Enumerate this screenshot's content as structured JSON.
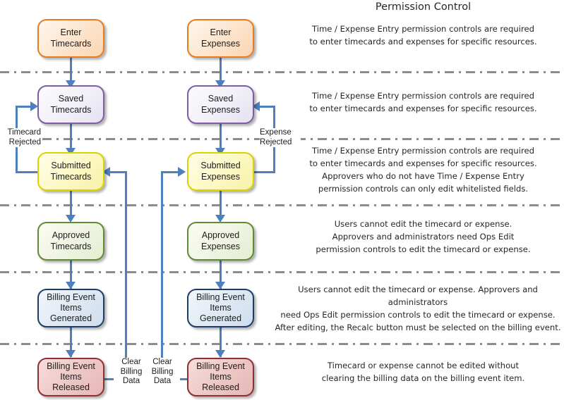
{
  "header": {
    "title": "Permission Control"
  },
  "lanes": [
    {
      "id": "lane-entry",
      "note": "Time / Expense Entry permission controls are required\nto enter timecards and expenses for specific resources."
    },
    {
      "id": "lane-saved",
      "note": "Time / Expense Entry permission controls are required\nto enter timecards and expenses for specific resources."
    },
    {
      "id": "lane-submitted",
      "note": "Time / Expense Entry permission controls are required\nto enter timecards and expenses for specific resources.\nApprovers who do not have Time / Expense Entry\npermission controls can only edit whitelisted fields."
    },
    {
      "id": "lane-approved",
      "note": "Users cannot edit the timecard or expense.\nApprovers and administrators need Ops Edit\npermission controls to edit the timecard or expense."
    },
    {
      "id": "lane-generated",
      "note": "Users cannot edit the timecard or expense. Approvers and administrators\nneed Ops Edit permission controls to edit the timecard or expense.\nAfter editing, the Recalc button must be selected on the billing event."
    },
    {
      "id": "lane-released",
      "note": "Timecard or expense cannot be edited without\nclearing the billing data on the billing event item."
    }
  ],
  "timecard_flow": {
    "nodes": [
      {
        "id": "enter-timecards",
        "label": "Enter Timecards",
        "color": "#E87B1E"
      },
      {
        "id": "saved-timecards",
        "label": "Saved Timecards",
        "color": "#7B5EA7"
      },
      {
        "id": "submitted-timecards",
        "label": "Submitted\nTimecards",
        "color": "#D9D400"
      },
      {
        "id": "approved-timecards",
        "label": "Approved\nTimecards",
        "color": "#5E8C31"
      },
      {
        "id": "generated-timecards",
        "label": "Billing Event\nItems Generated",
        "color": "#1F3C66"
      },
      {
        "id": "released-timecards",
        "label": "Billing Event\nItems Released",
        "color": "#8E2F33"
      }
    ],
    "edge_labels": {
      "rejected": "Timecard\nRejected",
      "clear_billing": "Clear\nBilling\nData"
    }
  },
  "expense_flow": {
    "nodes": [
      {
        "id": "enter-expenses",
        "label": "Enter Expenses",
        "color": "#E87B1E"
      },
      {
        "id": "saved-expenses",
        "label": "Saved Expenses",
        "color": "#7B5EA7"
      },
      {
        "id": "submitted-expenses",
        "label": "Submitted\nExpenses",
        "color": "#D9D400"
      },
      {
        "id": "approved-expenses",
        "label": "Approved\nExpenses",
        "color": "#5E8C31"
      },
      {
        "id": "generated-expenses",
        "label": "Billing Event\nItems Generated",
        "color": "#1F3C66"
      },
      {
        "id": "released-expenses",
        "label": "Billing Event\nItems Released",
        "color": "#8E2F33"
      }
    ],
    "edge_labels": {
      "rejected": "Expense\nRejected",
      "clear_billing": "Clear\nBilling\nData"
    }
  },
  "palette": {
    "connector": "#4E7FBF",
    "divider": "#8C8C8C",
    "text": "#1D1D1D",
    "note_text": "#262626"
  }
}
